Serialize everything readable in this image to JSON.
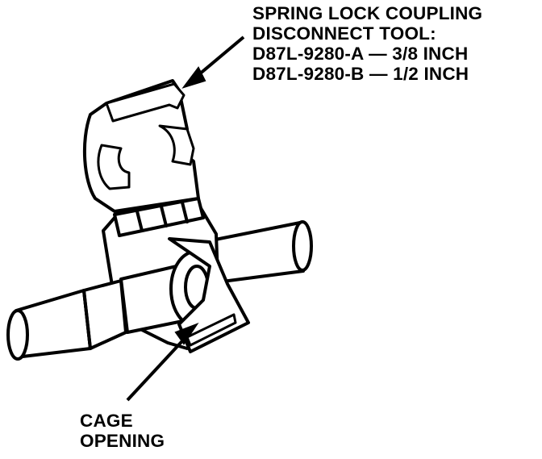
{
  "callouts": {
    "tool": {
      "lines": [
        "SPRING LOCK COUPLING",
        "DISCONNECT TOOL:",
        "D87L-9280-A — 3/8 INCH",
        "D87L-9280-B — 1/2 INCH"
      ]
    },
    "cage": {
      "lines": [
        "CAGE",
        "OPENING"
      ]
    }
  },
  "colors": {
    "ink": "#000000",
    "paper": "#ffffff"
  }
}
